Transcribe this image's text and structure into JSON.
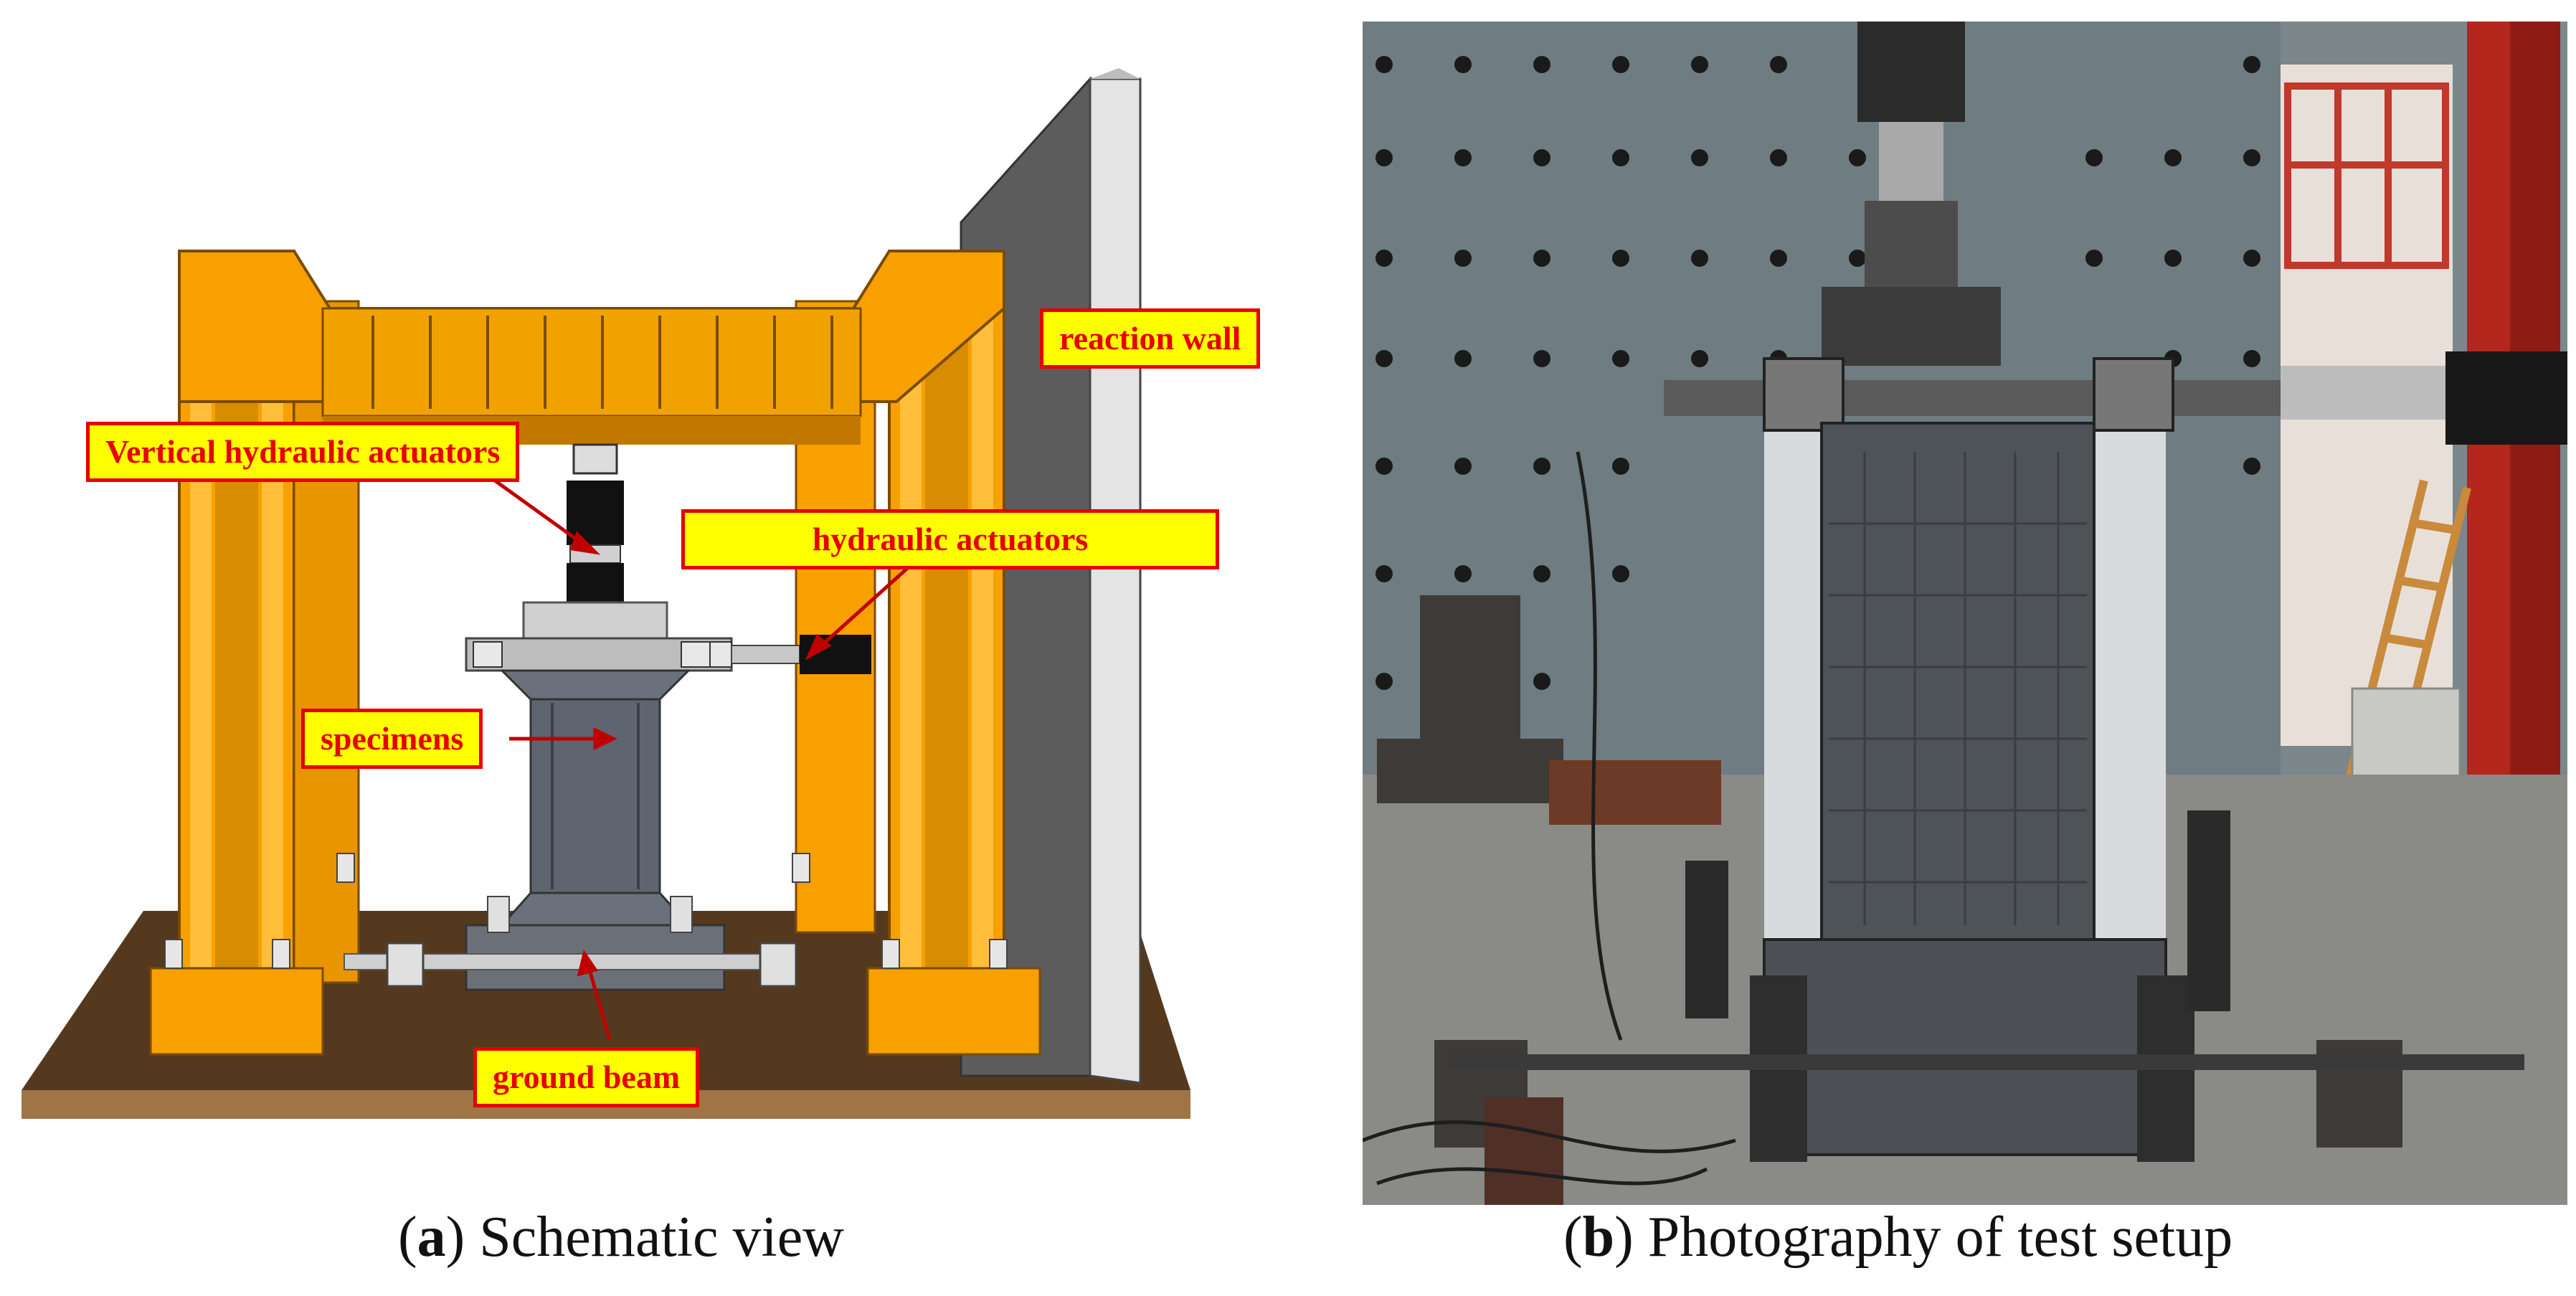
{
  "panel_a": {
    "labels": {
      "reaction_wall": "reaction wall",
      "vertical_actuators": "Vertical hydraulic actuators",
      "hydraulic_actuators": "hydraulic actuators",
      "specimens": "specimens",
      "ground_beam": "ground beam"
    },
    "caption": {
      "letter": "a",
      "text": "Schematic view"
    }
  },
  "panel_b": {
    "caption": {
      "letter": "b",
      "text": "Photography of test setup"
    }
  },
  "colors": {
    "frame_orange": "#f7a000",
    "frame_dark": "#c97a00",
    "wall_gray": "#5f5f5f",
    "floor_brown": "#5a3d20",
    "specimen_gray": "#5e6470",
    "callout_fill": "#ffff00",
    "callout_text": "#e60000"
  }
}
